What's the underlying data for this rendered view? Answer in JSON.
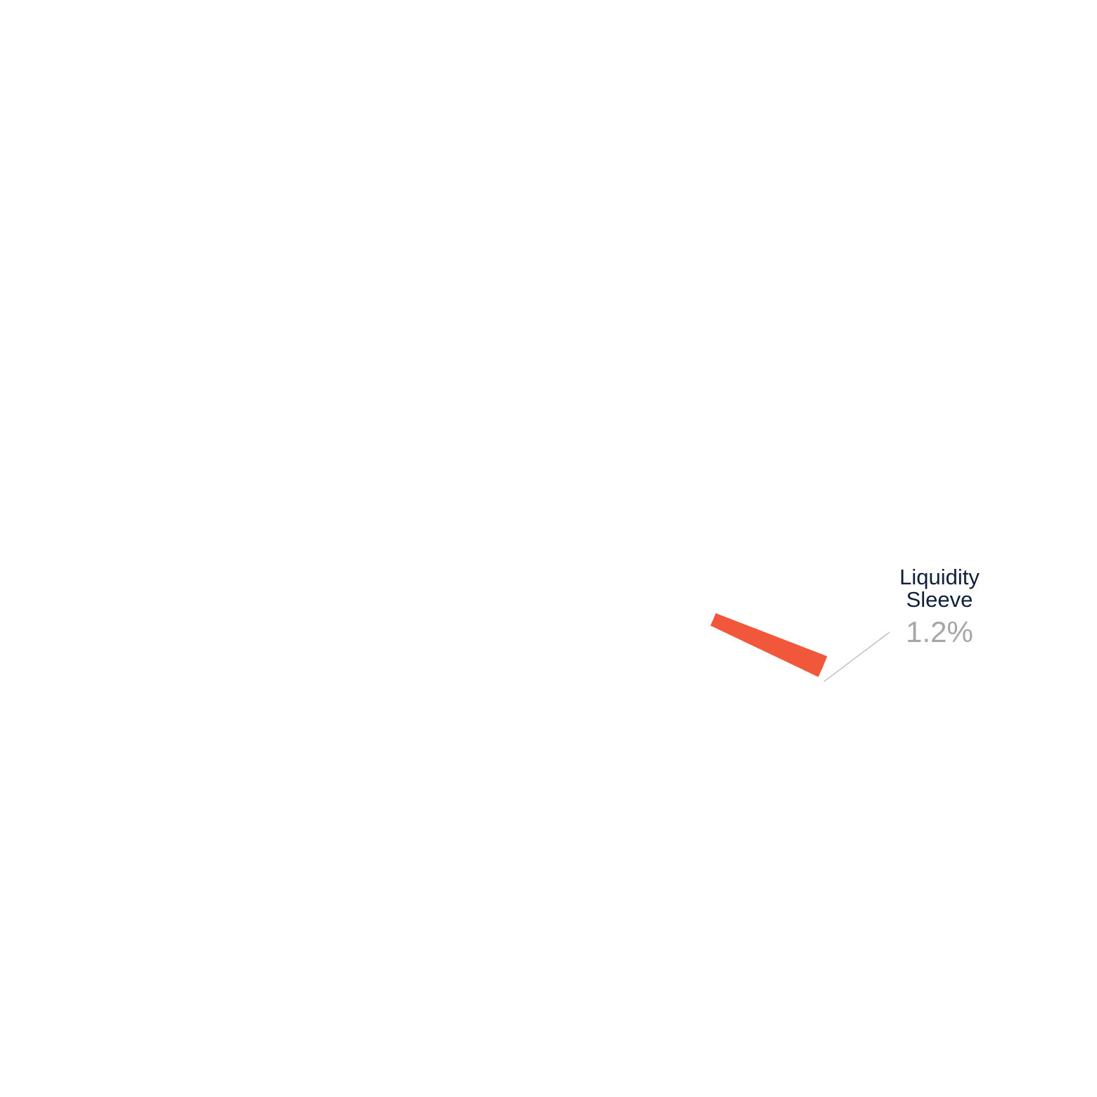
{
  "chart_data": {
    "type": "pie",
    "variant": "donut",
    "title": "",
    "slices": [
      {
        "label_lines": [
          "Liquidity",
          "Sleeve"
        ],
        "label": "Liquidity Sleeve",
        "value": 1.2,
        "value_label": "1.2%",
        "color": "#f0573b"
      }
    ],
    "leader_line_color": "#b3b3b3",
    "label_color": "#0f1f3a",
    "value_label_color": "#a6a6a6"
  }
}
